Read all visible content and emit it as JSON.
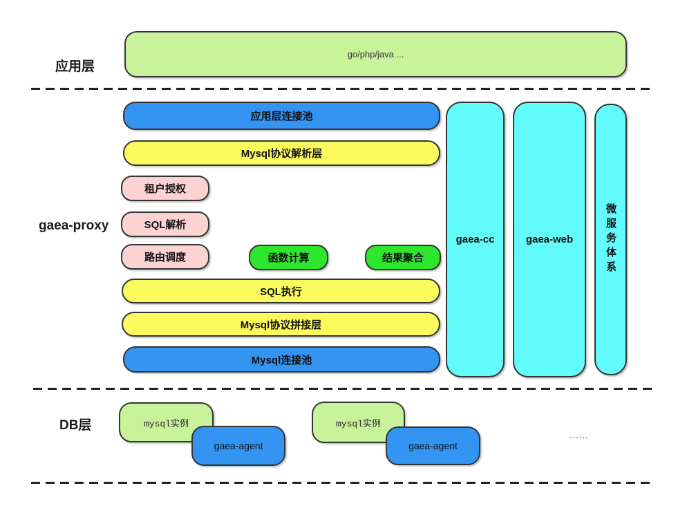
{
  "colors": {
    "light_green": "#c9f39a",
    "blue": "#3394f1",
    "yellow": "#fbfb5e",
    "pink": "#fcd2d2",
    "green": "#2ee62e",
    "cyan": "#63fcfc",
    "border": "#333333",
    "dash_line": "#222222"
  },
  "labels": {
    "app": "应用层",
    "proxy": "gaea-proxy",
    "db": "DB层"
  },
  "app_layer": {
    "box_label": "go/php/java ..."
  },
  "proxy_layer": {
    "app_conn_pool": "应用层连接池",
    "mysql_protocol_parse": "Mysql协议解析层",
    "tenant_auth": "租户授权",
    "sql_parse": "SQL解析",
    "route_dispatch": "路由调度",
    "func_compute": "函数计算",
    "result_aggregate": "结果聚合",
    "sql_exec": "SQL执行",
    "mysql_protocol_join": "Mysql协议拼接层",
    "mysql_conn_pool": "Mysql连接池",
    "gaea_cc": "gaea-cc",
    "gaea_web": "gaea-web",
    "microservice": "微服务体系"
  },
  "db_layer": {
    "mysql_instance_1": "mysql实例",
    "gaea_agent_1": "gaea-agent",
    "mysql_instance_2": "mysql实例",
    "gaea_agent_2": "gaea-agent",
    "ellipsis": "......"
  }
}
